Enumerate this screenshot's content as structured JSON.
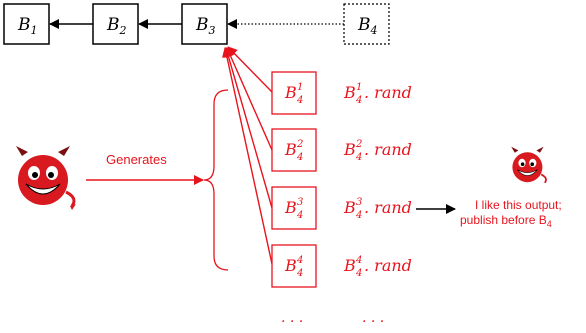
{
  "colors": {
    "black": "#000000",
    "red": "#e8141d",
    "devil_red": "#d8191f"
  },
  "chain": {
    "blocks": [
      {
        "base": "B",
        "sub": "1"
      },
      {
        "base": "B",
        "sub": "2"
      },
      {
        "base": "B",
        "sub": "3"
      }
    ],
    "pending": {
      "base": "B",
      "sub": "4"
    }
  },
  "generates_label": "Generates",
  "candidates": [
    {
      "base": "B",
      "sup": "1",
      "sub": "4",
      "rand_suffix": ". rand"
    },
    {
      "base": "B",
      "sup": "2",
      "sub": "4",
      "rand_suffix": ". rand"
    },
    {
      "base": "B",
      "sup": "3",
      "sub": "4",
      "rand_suffix": ". rand"
    },
    {
      "base": "B",
      "sup": "4",
      "sub": "4",
      "rand_suffix": ". rand"
    }
  ],
  "ellipsis": ". . .",
  "attacker_note": {
    "line1": "I like this output;",
    "line2_prefix": "publish before B",
    "line2_sub": "4"
  },
  "icons": {
    "attacker": "devil-icon",
    "small_attacker": "devil-icon"
  }
}
